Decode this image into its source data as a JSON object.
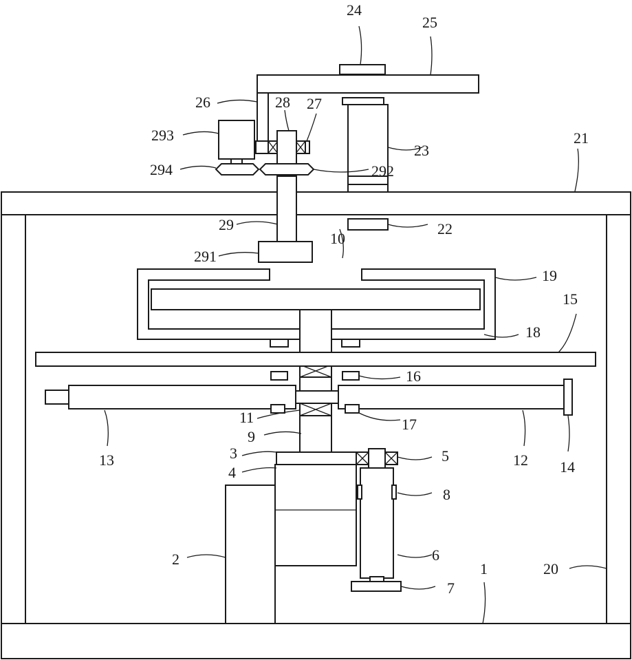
{
  "labels": {
    "l1": "1",
    "l2": "2",
    "l3": "3",
    "l4": "4",
    "l5": "5",
    "l6": "6",
    "l7": "7",
    "l8": "8",
    "l9": "9",
    "l10": "10",
    "l11": "11",
    "l12": "12",
    "l13": "13",
    "l14": "14",
    "l15": "15",
    "l16": "16",
    "l17": "17",
    "l18": "18",
    "l19": "19",
    "l20": "20",
    "l21": "21",
    "l22": "22",
    "l23": "23",
    "l24": "24",
    "l25": "25",
    "l26": "26",
    "l27": "27",
    "l28": "28",
    "l29": "29",
    "l291": "291",
    "l292": "292",
    "l293": "293",
    "l294": "294"
  },
  "colors": {
    "line": "#1a1a1a",
    "background": "#ffffff"
  }
}
